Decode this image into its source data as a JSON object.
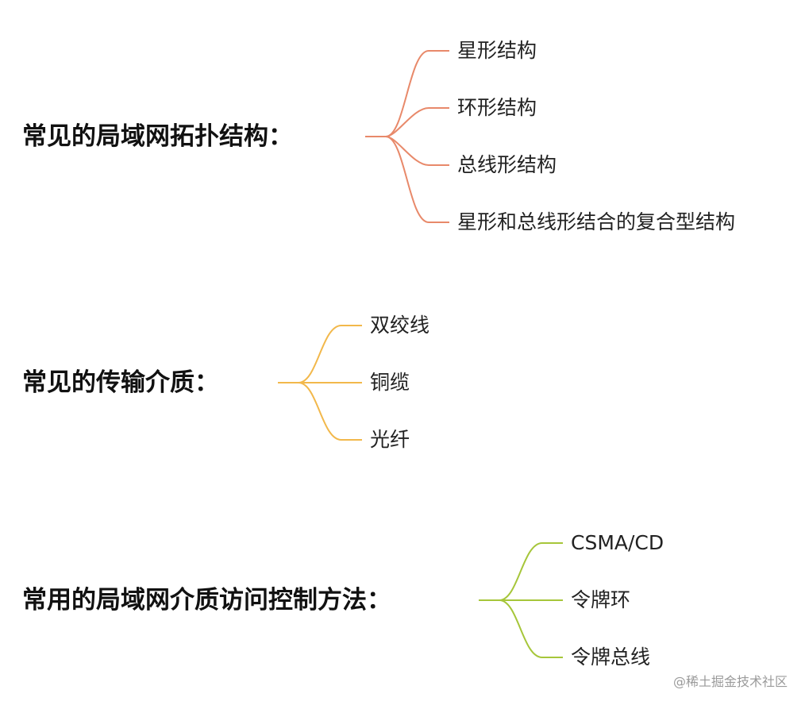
{
  "groups": [
    {
      "title": "常见的局域网拓扑结构：",
      "color": "#e8896a",
      "items": [
        "星形结构",
        "环形结构",
        "总线形结构",
        "星形和总线形结合的复合型结构"
      ]
    },
    {
      "title": "常见的传输介质：",
      "color": "#f2b84b",
      "items": [
        "双绞线",
        "铜缆",
        "光纤"
      ]
    },
    {
      "title": "常用的局域网介质访问控制方法：",
      "color": "#a6c63a",
      "items": [
        "CSMA/CD",
        "令牌环",
        "令牌总线"
      ]
    }
  ],
  "watermark": "@稀土掘金技术社区"
}
